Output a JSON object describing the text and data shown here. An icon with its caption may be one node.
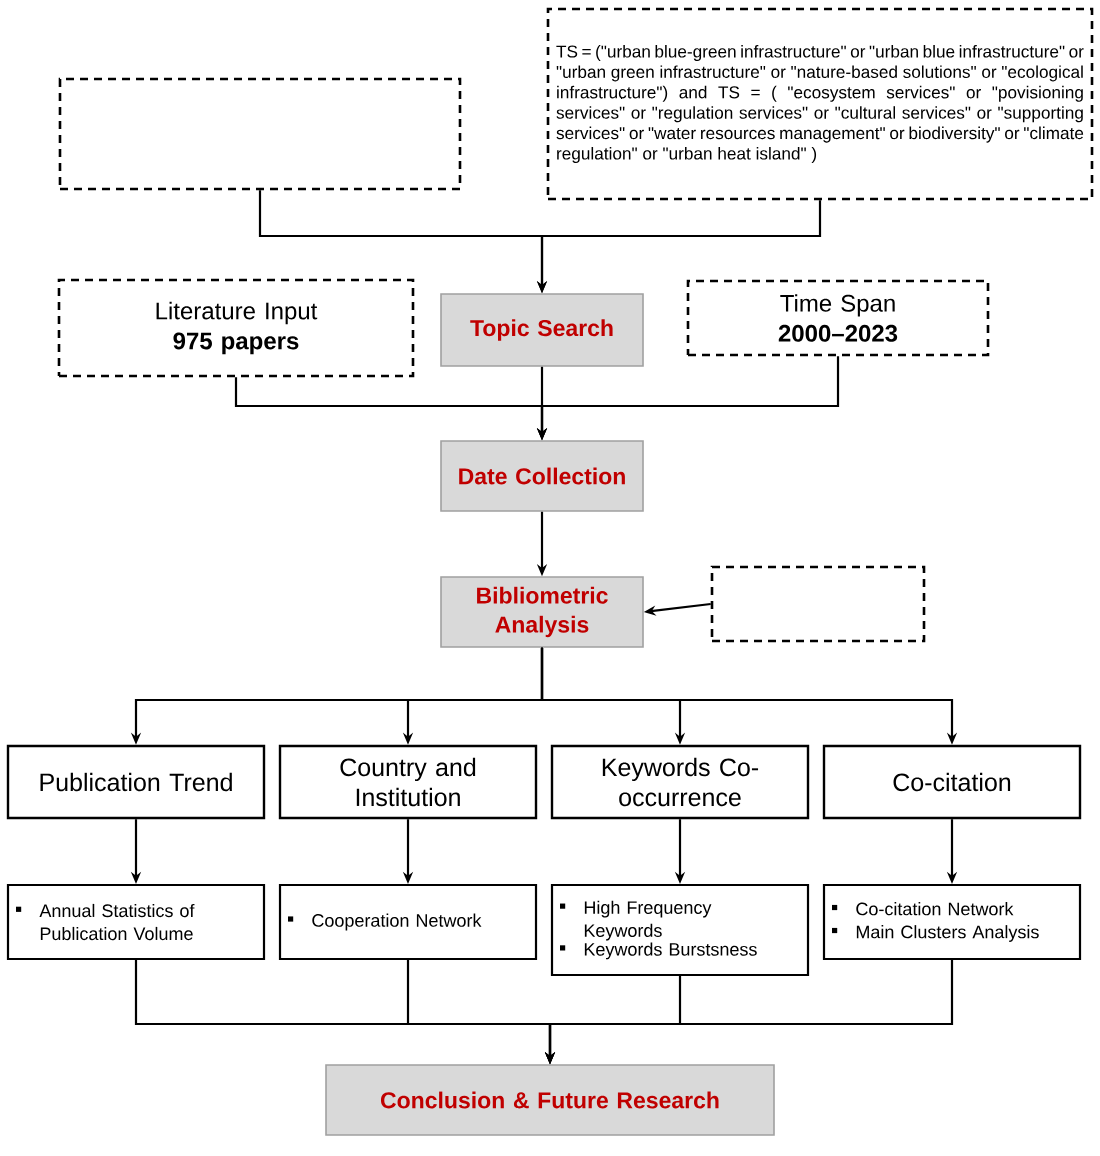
{
  "diagram": {
    "nodes": [
      {
        "text": [],
        "shape": "box"
      },
      {
        "text": [
          "TS = (\"urban blue-green infrastructure\" or \"urban blue infrastructure\" or \"urban green infrastructure\" or \"nature-based solutions\" or \"ecological infrastructure\") and TS = ( \"ecosystem services\" or \"povisioning services\" or \"regulation services\" or \"cultural services\" or \"supporting services\" or \"water resources management\" or biodiversity\" or \"climate regulation\" or \"urban heat island\" )"
        ]
      },
      {
        "text": [
          "Literature Input",
          "975 papers"
        ]
      },
      {
        "text": [
          "Topic Search"
        ]
      },
      {
        "text": [
          "Time Span",
          "2000–2023"
        ]
      },
      {
        "text": [
          "Date Collection"
        ]
      },
      {
        "text": [
          "Bibliometric Analysis"
        ]
      },
      {
        "text": [],
        "shape": "box"
      },
      {
        "text": [
          "Publication Trend"
        ]
      },
      {
        "text": [
          "Country and Institution"
        ]
      },
      {
        "text": [
          "Keywords Co-occurrence"
        ]
      },
      {
        "text": [
          "Co-citation"
        ]
      },
      {
        "text": [
          "Annual Statistics of Publication Volume"
        ]
      },
      {
        "text": [
          "Cooperation Network"
        ]
      },
      {
        "text": [
          "High Frequency Keywords",
          "Keywords Burstsness"
        ]
      },
      {
        "text": [
          "Co-citation Network",
          "Main Clusters Analysis"
        ]
      },
      {
        "text": [
          "Conclusion & Future Research"
        ]
      }
    ],
    "edges": [
      {
        "from": 0,
        "to": 3,
        "arrow": "to"
      },
      {
        "from": 1,
        "to": 3,
        "arrow": "to"
      },
      {
        "from": 2,
        "to": 5,
        "arrow": "to"
      },
      {
        "from": 3,
        "to": 5,
        "arrow": "to"
      },
      {
        "from": 4,
        "to": 5,
        "arrow": "to"
      },
      {
        "from": 5,
        "to": 6,
        "arrow": "to"
      },
      {
        "from": 7,
        "to": 6,
        "arrow": "to"
      },
      {
        "from": 6,
        "to": 8,
        "arrow": "to"
      },
      {
        "from": 6,
        "to": 9,
        "arrow": "to"
      },
      {
        "from": 6,
        "to": 10,
        "arrow": "to"
      },
      {
        "from": 6,
        "to": 11,
        "arrow": "to"
      },
      {
        "from": 8,
        "to": 12,
        "arrow": "to"
      },
      {
        "from": 9,
        "to": 13,
        "arrow": "to"
      },
      {
        "from": 10,
        "to": 14,
        "arrow": "to"
      },
      {
        "from": 11,
        "to": 15,
        "arrow": "to"
      },
      {
        "from": 12,
        "to": 16,
        "arrow": "to"
      },
      {
        "from": 13,
        "to": 16,
        "arrow": "to"
      },
      {
        "from": 14,
        "to": 16,
        "arrow": "to"
      },
      {
        "from": 15,
        "to": 16,
        "arrow": "to"
      }
    ]
  }
}
